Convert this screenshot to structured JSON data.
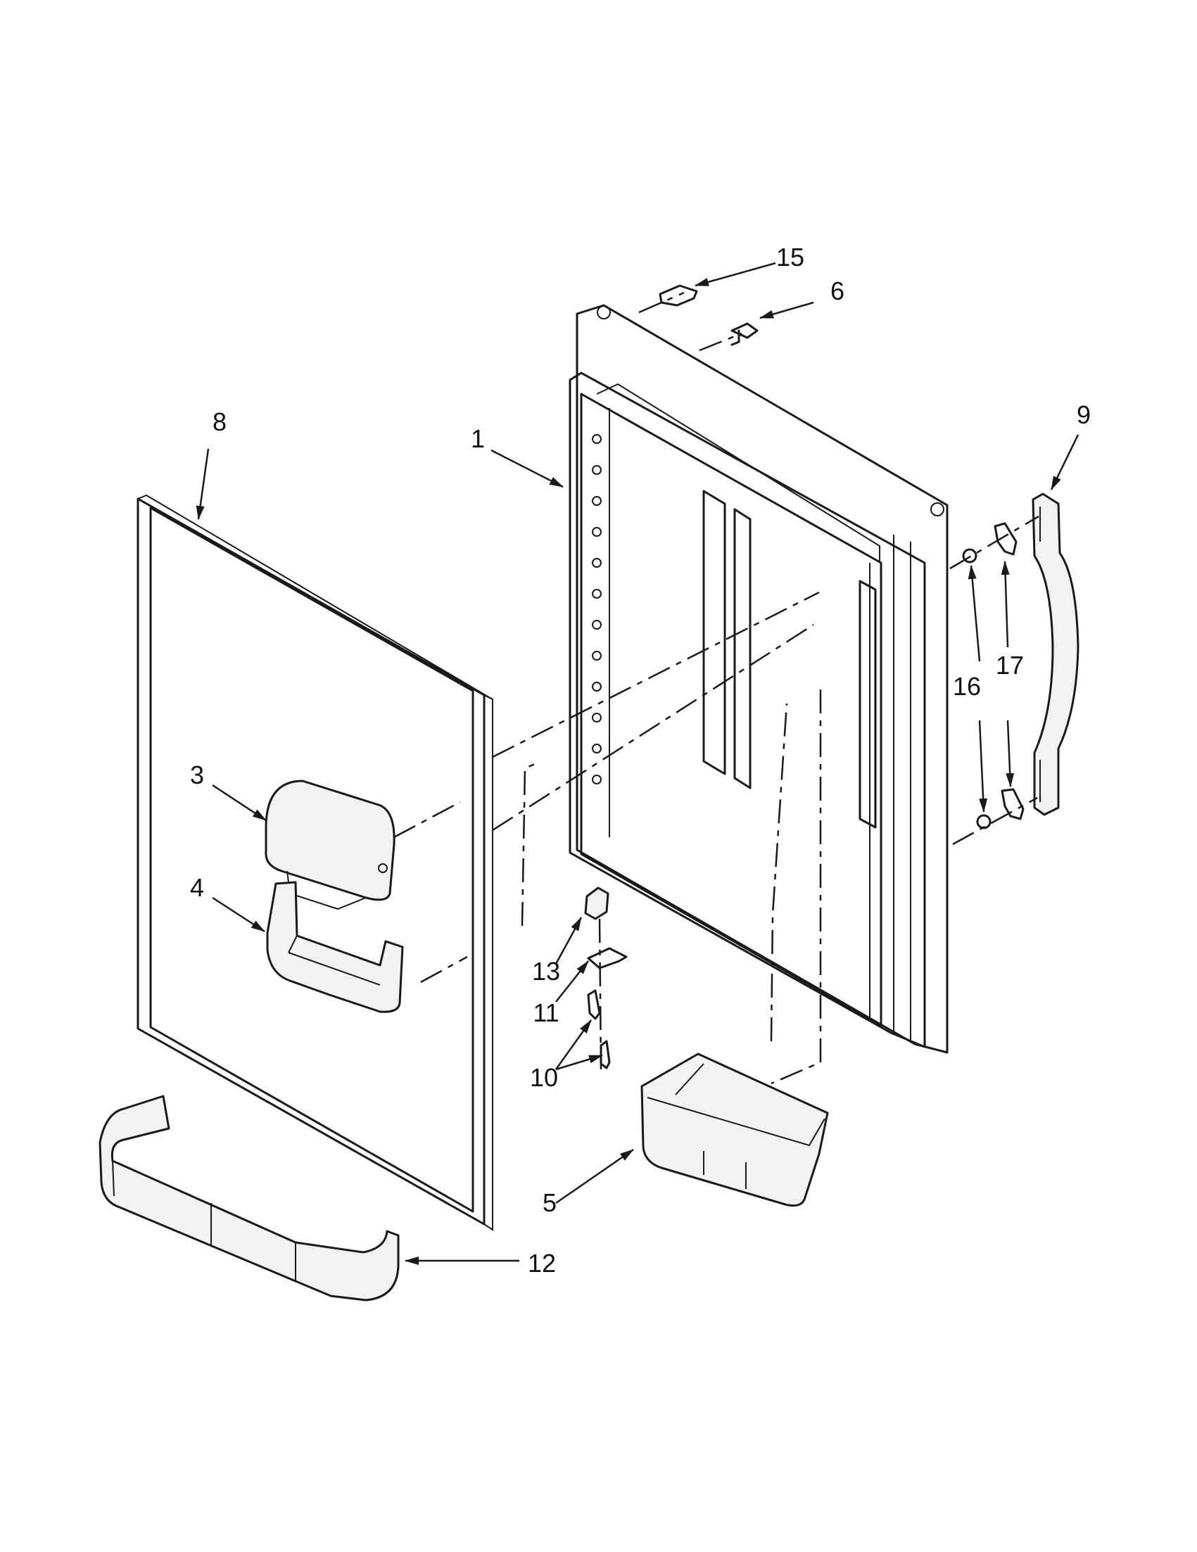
{
  "callouts": [
    {
      "id": "c1",
      "label": "1"
    },
    {
      "id": "c3",
      "label": "3"
    },
    {
      "id": "c4",
      "label": "4"
    },
    {
      "id": "c5",
      "label": "5"
    },
    {
      "id": "c6",
      "label": "6"
    },
    {
      "id": "c8",
      "label": "8"
    },
    {
      "id": "c9",
      "label": "9"
    },
    {
      "id": "c10",
      "label": "10"
    },
    {
      "id": "c11",
      "label": "11"
    },
    {
      "id": "c12",
      "label": "12"
    },
    {
      "id": "c13",
      "label": "13"
    },
    {
      "id": "c15",
      "label": "15"
    },
    {
      "id": "c16",
      "label": "16"
    },
    {
      "id": "c17",
      "label": "17"
    }
  ],
  "colors": {
    "line": "#1a1a1a",
    "background": "#ffffff",
    "fill": "#f2f2f2"
  }
}
